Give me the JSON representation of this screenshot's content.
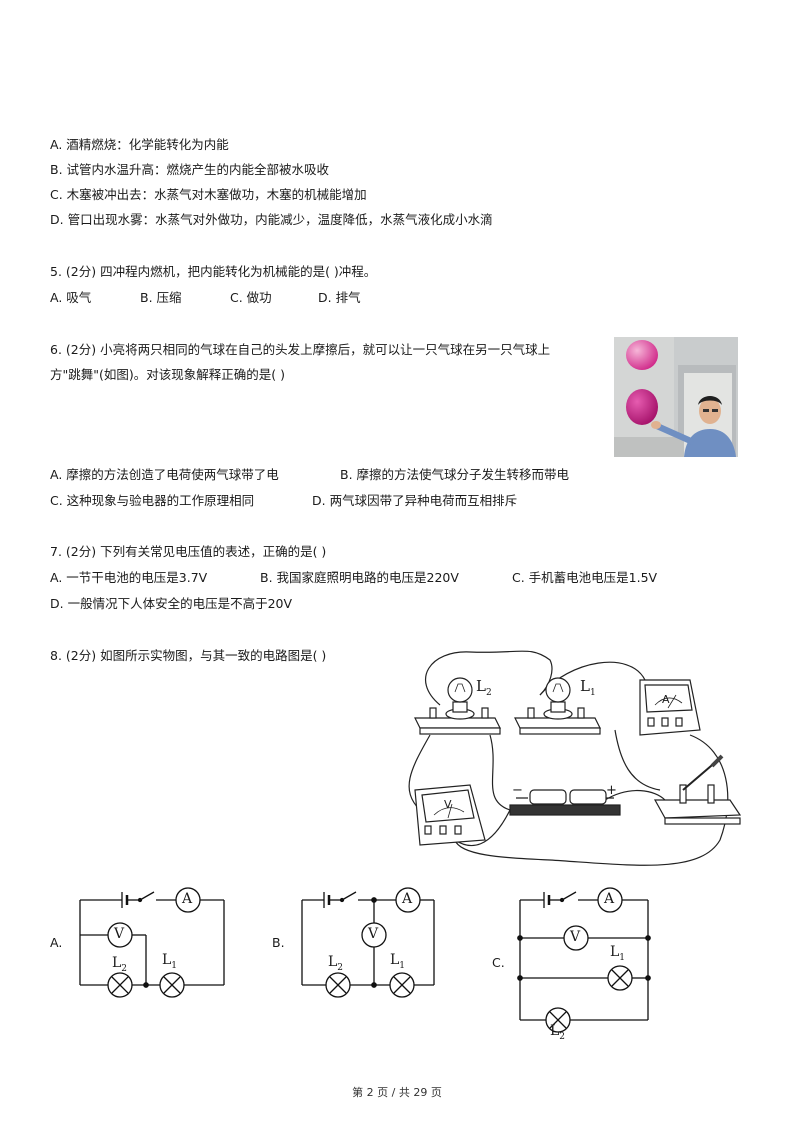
{
  "q4_options": [
    "A. 酒精燃烧：化学能转化为内能",
    "B. 试管内水温升高：燃烧产生的内能全部被水吸收",
    "C. 木塞被冲出去：水蒸气对木塞做功，木塞的机械能增加",
    "D. 管口出现水雾：水蒸气对外做功，内能减少，温度降低，水蒸气液化成小水滴"
  ],
  "q5": {
    "stem": "5. (2分) 四冲程内燃机，把内能转化为机械能的是( )冲程。",
    "options": [
      "A. 吸气",
      "B. 压缩",
      "C. 做功",
      "D. 排气"
    ]
  },
  "q6": {
    "stem_line1": "6. (2分) 小亮将两只相同的气球在自己的头发上摩擦后，就可以让一只气球在另一只气球上",
    "stem_line2": "方\"跳舞\"(如图)。对该现象解释正确的是( )",
    "options": [
      "A. 摩擦的方法创造了电荷使两气球带了电",
      "B. 摩擦的方法使气球分子发生转移而带电",
      "C. 这种现象与验电器的工作原理相同",
      "D. 两气球因带了异种电荷而互相排斥"
    ]
  },
  "q7": {
    "stem": "7. (2分) 下列有关常见电压值的表述，正确的是( )",
    "options": [
      "A. 一节干电池的电压是3.7V",
      "B. 我国家庭照明电路的电压是220V",
      "C. 手机蓄电池电压是1.5V",
      "D. 一般情况下人体安全的电压是不高于20V"
    ]
  },
  "q8": {
    "stem": "8. (2分) 如图所示实物图，与其一致的电路图是( )",
    "choice_labels": [
      "A.",
      "B.",
      "C."
    ],
    "symbols": {
      "ammeter": "A",
      "voltmeter": "V",
      "lamp1": "L",
      "lamp1_sub": "1",
      "lamp2": "L",
      "lamp2_sub": "2"
    },
    "terminal_minus": "−",
    "terminal_plus": "+"
  },
  "footer": "第 2 页  /  共 29 页",
  "colors": {
    "balloon": "#d02a8a",
    "text": "#1a1a1a"
  }
}
